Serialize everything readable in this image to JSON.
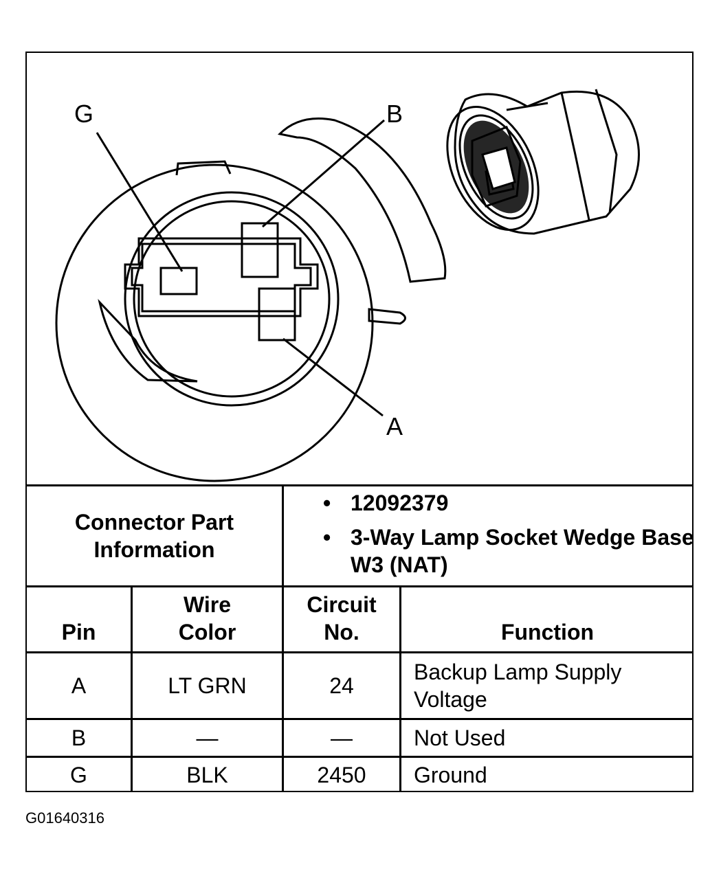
{
  "callouts": {
    "g": "G",
    "b": "B",
    "a": "A"
  },
  "info": {
    "label": "Connector Part Information",
    "bullets": [
      "12092379",
      "3-Way Lamp Socket Wedge Base W3 (NAT)"
    ]
  },
  "table": {
    "headers": {
      "pin": "Pin",
      "wire_color": "Wire Color",
      "circuit": "Circuit No.",
      "function": "Function"
    },
    "rows": [
      {
        "pin": "A",
        "wire_color": "LT GRN",
        "circuit": "24",
        "function": "Backup Lamp Supply Voltage"
      },
      {
        "pin": "B",
        "wire_color": "—",
        "circuit": "—",
        "function": "Not Used"
      },
      {
        "pin": "G",
        "wire_color": "BLK",
        "circuit": "2450",
        "function": "Ground"
      }
    ]
  },
  "footer_code": "G01640316"
}
